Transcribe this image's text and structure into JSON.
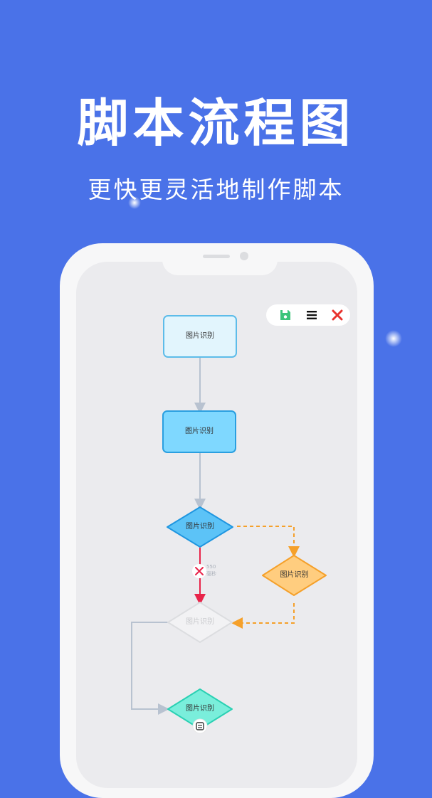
{
  "header": {
    "title": "脚本流程图",
    "subtitle": "更快更灵活地制作脚本"
  },
  "toolbar": {
    "save_icon": "save-icon",
    "menu_icon": "menu-icon",
    "close_icon": "close-icon",
    "save_color": "#3cc47a",
    "close_color": "#e8322d"
  },
  "flow": {
    "nodes": [
      {
        "id": "node-1",
        "label": "图片识别",
        "shape": "rect",
        "state": "light-blue"
      },
      {
        "id": "node-2",
        "label": "图片识别",
        "shape": "rect",
        "state": "blue"
      },
      {
        "id": "node-3",
        "label": "图片识别",
        "shape": "diamond",
        "state": "blue"
      },
      {
        "id": "node-4",
        "label": "图片识别",
        "shape": "diamond",
        "state": "orange"
      },
      {
        "id": "node-5",
        "label": "图片识别",
        "shape": "diamond",
        "state": "faded"
      },
      {
        "id": "node-6",
        "label": "图片识别",
        "shape": "diamond",
        "state": "teal"
      }
    ],
    "delay_value": "550",
    "delay_unit": "毫秒"
  },
  "colors": {
    "background": "#4a72e8",
    "connector": "#b8c2d0",
    "false_branch": "#e8244a",
    "true_branch": "#f5a02a"
  }
}
